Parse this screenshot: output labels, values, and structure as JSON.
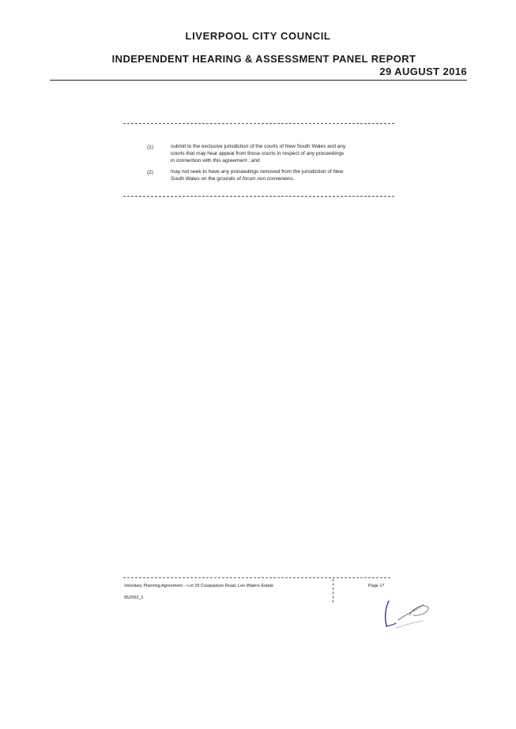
{
  "header": {
    "council": "LIVERPOOL CITY COUNCIL",
    "report_title": "INDEPENDENT HEARING & ASSESSMENT PANEL REPORT",
    "date": "29 AUGUST 2016"
  },
  "clauses": [
    {
      "number": "(1)",
      "line1": "submit to the exclusive jurisdiction of the courts of New South Wales and any",
      "line2": "courts that may hear appeal from those courts in respect of any proceedings",
      "line3": "in connection with this agreement ; and"
    },
    {
      "number": "(2)",
      "line1": "may not seek to have any proceedings removed from the jurisdiction of New",
      "line2_prefix": "South Wales on the grounds of ",
      "line2_italic": "forum non conveniens",
      "line2_suffix": "."
    }
  ],
  "footer": {
    "document": "Voluntary Planning Agreement – Lot 29 Cowpasture Road, Leo Waters Estate",
    "page": "Page 17",
    "reference": "852092_1"
  },
  "colors": {
    "ink": "#1a1a1a",
    "signature": "#2b3a8c"
  }
}
